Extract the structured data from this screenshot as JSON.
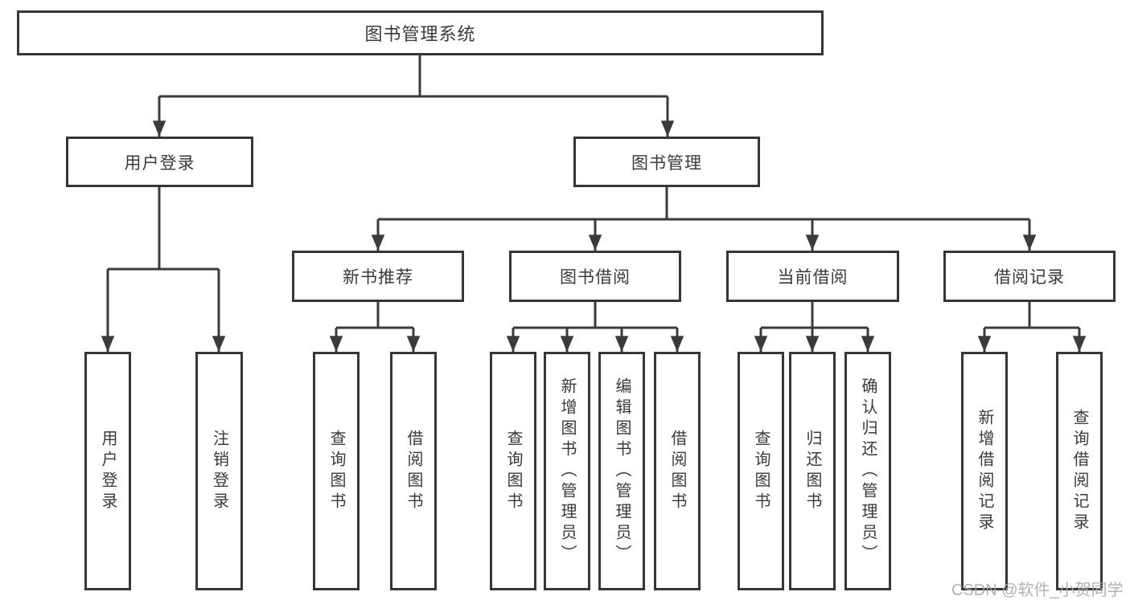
{
  "diagram": {
    "root": {
      "label": "图书管理系统"
    },
    "level2": {
      "user_login": {
        "label": "用户登录"
      },
      "book_mgmt": {
        "label": "图书管理"
      }
    },
    "level3": {
      "new_book": {
        "label": "新书推荐"
      },
      "borrow": {
        "label": "图书借阅"
      },
      "current": {
        "label": "当前借阅"
      },
      "records": {
        "label": "借阅记录"
      }
    },
    "leaves": {
      "user_login_leaf": {
        "label": "用户登录"
      },
      "logout": {
        "label": "注销登录"
      },
      "nb_query": {
        "label": "查询图书"
      },
      "nb_borrow": {
        "label": "借阅图书"
      },
      "bw_query": {
        "label": "查询图书"
      },
      "bw_add": {
        "label": "新增图书（管理员）"
      },
      "bw_edit": {
        "label": "编辑图书（管理员）"
      },
      "bw_borrow": {
        "label": "借阅图书"
      },
      "cur_query": {
        "label": "查询图书"
      },
      "cur_return": {
        "label": "归还图书"
      },
      "cur_confirm": {
        "label": "确认归还（管理员）"
      },
      "rec_add": {
        "label": "新增借阅记录"
      },
      "rec_query": {
        "label": "查询借阅记录"
      }
    },
    "colors": {
      "line": "#3b3b3b",
      "box_border": "#363636",
      "text": "#3a3a3a",
      "watermark": "#a8a8a8",
      "background": "#ffffff"
    }
  },
  "watermark": {
    "text": "CSDN @软件_小贺同学"
  }
}
